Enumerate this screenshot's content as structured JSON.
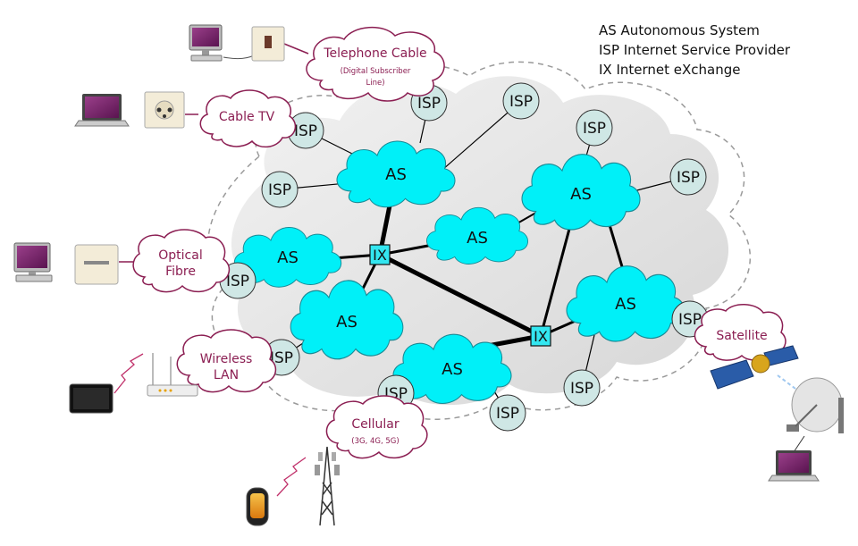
{
  "legend": [
    "AS Autonomous System",
    "ISP Internet Service Provider",
    "IX Internet eXchange"
  ],
  "node_labels": {
    "as": "AS",
    "isp": "ISP",
    "ix": "IX"
  },
  "access": {
    "telephone": {
      "title": "Telephone Cable",
      "sub1": "(Digital Subscriber",
      "sub2": "Line)"
    },
    "cable_tv": {
      "title": "Cable TV"
    },
    "optical": {
      "title1": "Optical",
      "title2": "Fibre"
    },
    "wireless": {
      "title1": "Wireless",
      "title2": "LAN"
    },
    "cellular": {
      "title": "Cellular",
      "sub": "(3G, 4G, 5G)"
    },
    "satellite": {
      "title": "Satellite"
    }
  },
  "colors": {
    "as_fill": "#00f0f8",
    "isp_fill": "#cfe7e5",
    "ix_fill": "#33e6f0",
    "cloud_fill": "#e3e3e3",
    "callout_stroke": "#8b1e52",
    "callout_text": "#8b1e52",
    "device_screen": "#7a2466"
  },
  "icons": [
    "desktop-computer-icon",
    "laptop-icon",
    "wall-socket-icon",
    "tablet-icon",
    "wifi-router-icon",
    "cell-tower-icon",
    "mobile-phone-icon",
    "satellite-icon",
    "satellite-dish-icon"
  ]
}
